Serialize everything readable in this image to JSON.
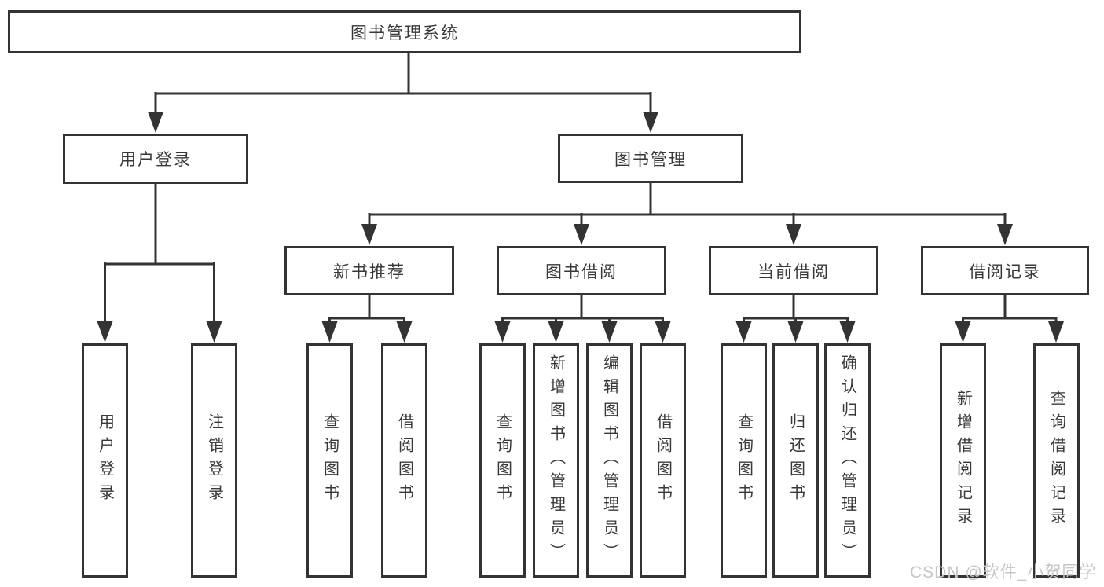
{
  "root": {
    "label": "图书管理系统"
  },
  "level2": [
    {
      "label": "用户登录"
    },
    {
      "label": "图书管理"
    }
  ],
  "level3": [
    {
      "label": "新书推荐",
      "parent": "图书管理"
    },
    {
      "label": "图书借阅",
      "parent": "图书管理"
    },
    {
      "label": "当前借阅",
      "parent": "图书管理"
    },
    {
      "label": "借阅记录",
      "parent": "图书管理"
    }
  ],
  "leaves": [
    {
      "label": "用户登录",
      "parent": "用户登录"
    },
    {
      "label": "注销登录",
      "parent": "用户登录"
    },
    {
      "label": "查询图书",
      "parent": "新书推荐"
    },
    {
      "label": "借阅图书",
      "parent": "新书推荐"
    },
    {
      "label": "查询图书",
      "parent": "图书借阅"
    },
    {
      "label": "新增图书（管理员）",
      "parent": "图书借阅"
    },
    {
      "label": "编辑图书（管理员）",
      "parent": "图书借阅"
    },
    {
      "label": "借阅图书",
      "parent": "图书借阅"
    },
    {
      "label": "查询图书",
      "parent": "当前借阅"
    },
    {
      "label": "归还图书",
      "parent": "当前借阅"
    },
    {
      "label": "确认归还（管理员）",
      "parent": "当前借阅"
    },
    {
      "label": "新增借阅记录",
      "parent": "借阅记录"
    },
    {
      "label": "查询借阅记录",
      "parent": "借阅记录"
    }
  ],
  "watermark": {
    "text": "CSDN @软件_小贺同学"
  },
  "colors": {
    "line": "#333333",
    "box_border": "#333333",
    "text": "#383838",
    "watermark": "#c6c6c6",
    "background": "#ffffff"
  }
}
